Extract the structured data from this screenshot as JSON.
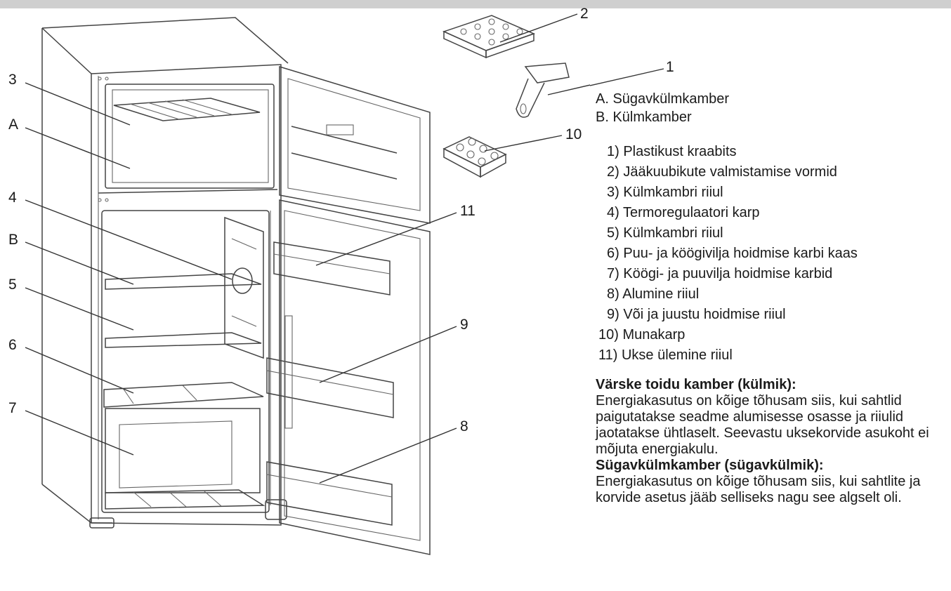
{
  "sections": [
    {
      "key": "A",
      "label": "A. Sügavkülmkamber"
    },
    {
      "key": "B",
      "label": "B. Külmkamber"
    }
  ],
  "parts": [
    {
      "num": "1",
      "label": "1) Plastikust kraabits"
    },
    {
      "num": "2",
      "label": "2) Jääkuubikute valmistamise vormid"
    },
    {
      "num": "3",
      "label": "3) Külmkambri riiul"
    },
    {
      "num": "4",
      "label": "4) Termoregulaatori karp"
    },
    {
      "num": "5",
      "label": "5) Külmkambri riiul"
    },
    {
      "num": "6",
      "label": "6) Puu- ja köögivilja hoidmise karbi kaas"
    },
    {
      "num": "7",
      "label": "7) Köögi- ja puuvilja hoidmise karbid"
    },
    {
      "num": "8",
      "label": "8) Alumine riiul"
    },
    {
      "num": "9",
      "label": "9) Või ja juustu hoidmise riiul"
    },
    {
      "num": "10",
      "label": "10) Munakarp"
    },
    {
      "num": "11",
      "label": "11) Ukse ülemine riiul"
    }
  ],
  "notes": {
    "fridge_heading": "Värske toidu kamber (külmik):",
    "fridge_text": "Energiakasutus on kõige tõhusam siis, kui sahtlid paigutatakse seadme alumisesse osasse ja riiulid jaotatakse ühtlaselt. Seevastu uksekorvide asukoht ei mõjuta energiakulu.",
    "freezer_heading": "Sügavkülmkamber (sügavkülmik):",
    "freezer_text": "Energiakasutus on kõige tõhusam siis, kui sahtlite ja korvide asetus jääb selliseks nagu see algselt oli."
  },
  "callouts": {
    "c1": "1",
    "c2": "2",
    "c3": "3",
    "cA": "A",
    "c4": "4",
    "cB": "B",
    "c5": "5",
    "c6": "6",
    "c7": "7",
    "c8": "8",
    "c9": "9",
    "c10": "10",
    "c11": "11"
  }
}
